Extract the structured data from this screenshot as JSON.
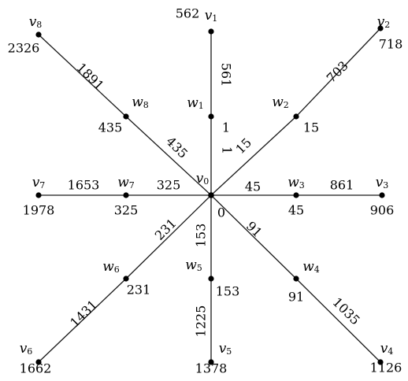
{
  "center": {
    "id": "v0",
    "label": "v",
    "sub": "0",
    "value": "0"
  },
  "spokes": [
    {
      "outer": {
        "label": "v",
        "sub": "1",
        "value": "562"
      },
      "mid": {
        "label": "w",
        "sub": "1",
        "value": "1"
      },
      "outer_edge": "561",
      "inner_edge": "1"
    },
    {
      "outer": {
        "label": "v",
        "sub": "2",
        "value": "718"
      },
      "mid": {
        "label": "w",
        "sub": "2",
        "value": "15"
      },
      "outer_edge": "703",
      "inner_edge": "15"
    },
    {
      "outer": {
        "label": "v",
        "sub": "3",
        "value": "906"
      },
      "mid": {
        "label": "w",
        "sub": "3",
        "value": "45"
      },
      "outer_edge": "861",
      "inner_edge": "45"
    },
    {
      "outer": {
        "label": "v",
        "sub": "4",
        "value": "1126"
      },
      "mid": {
        "label": "w",
        "sub": "4",
        "value": "91"
      },
      "outer_edge": "1035",
      "inner_edge": "91"
    },
    {
      "outer": {
        "label": "v",
        "sub": "5",
        "value": "1378"
      },
      "mid": {
        "label": "w",
        "sub": "5",
        "value": "153"
      },
      "outer_edge": "1225",
      "inner_edge": "153"
    },
    {
      "outer": {
        "label": "v",
        "sub": "6",
        "value": "1662"
      },
      "mid": {
        "label": "w",
        "sub": "6",
        "value": "231"
      },
      "outer_edge": "1431",
      "inner_edge": "231"
    },
    {
      "outer": {
        "label": "v",
        "sub": "7",
        "value": "1978"
      },
      "mid": {
        "label": "w",
        "sub": "7",
        "value": "325"
      },
      "outer_edge": "1653",
      "inner_edge": "325"
    },
    {
      "outer": {
        "label": "v",
        "sub": "8",
        "value": "2326"
      },
      "mid": {
        "label": "w",
        "sub": "8",
        "value": "435"
      },
      "outer_edge": "1891",
      "inner_edge": "435"
    }
  ]
}
